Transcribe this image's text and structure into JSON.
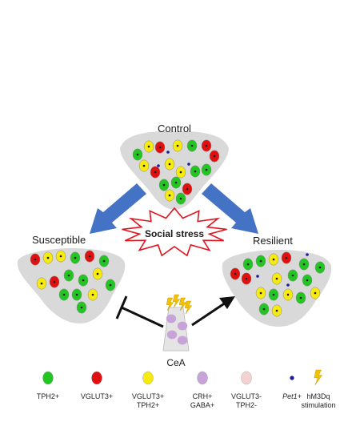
{
  "labels": {
    "control": "Control",
    "susceptible": "Susceptible",
    "resilient": "Resilient",
    "social_stress": "Social stress",
    "cea": "CeA"
  },
  "legend": [
    {
      "line1": "TPH2+",
      "line2": "",
      "italic": false,
      "color": "#22c522"
    },
    {
      "line1": "VGLUT3+",
      "line2": "",
      "italic": false,
      "color": "#e01010"
    },
    {
      "line1": "VGLUT3+",
      "line2": "TPH2+",
      "italic": false,
      "color": "#f6ea10"
    },
    {
      "line1": "CRH+",
      "line2": "GABA+",
      "italic": false,
      "color": "#c7a3d8"
    },
    {
      "line1": "VGLUT3-",
      "line2": "TPH2-",
      "italic": false,
      "color": "#f3d2d2"
    },
    {
      "line1": "Pet1+",
      "line2": "",
      "italic": true,
      "color": "#1a1aa0"
    },
    {
      "line1": "hM3Dq",
      "line2": "stimulation",
      "italic": false,
      "color": "#f2c200"
    }
  ],
  "colors": {
    "region_fill": "#d9d9d9",
    "arrow_blue": "#4472c4",
    "burst_stroke": "#e0141e"
  }
}
